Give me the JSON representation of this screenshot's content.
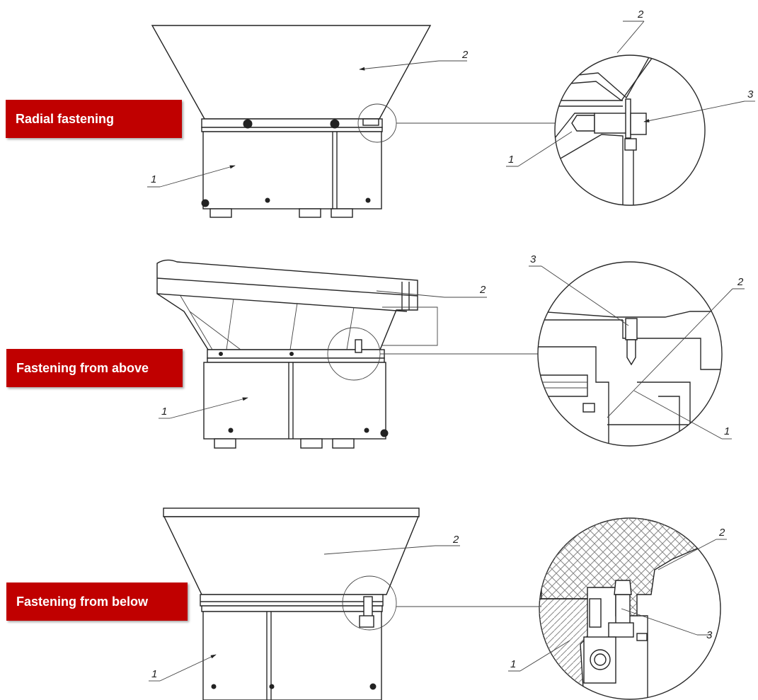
{
  "colors": {
    "badge": "#c00000",
    "line": "#2a2a2a",
    "hatch": "#888888"
  },
  "sections": [
    {
      "label": "Radial fastening",
      "main_callouts": [
        "2",
        "1"
      ],
      "detail_callouts": [
        "2",
        "3",
        "1"
      ]
    },
    {
      "label": "Fastening from above",
      "main_callouts": [
        "2",
        "1"
      ],
      "detail_callouts": [
        "3",
        "2",
        "1"
      ]
    },
    {
      "label": "Fastening from below",
      "main_callouts": [
        "2",
        "1"
      ],
      "detail_callouts": [
        "2",
        "3",
        "1"
      ]
    }
  ]
}
